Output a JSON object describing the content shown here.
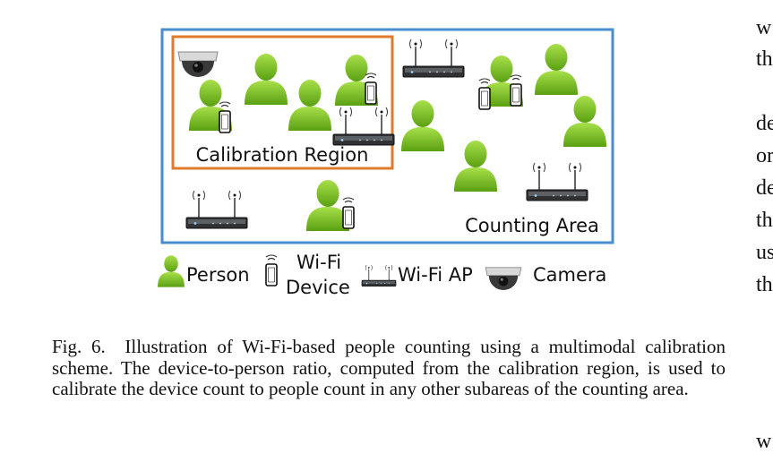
{
  "figure": {
    "calibration_label": "Calibration Region",
    "counting_label": "Counting Area",
    "legend": {
      "person": "Person",
      "wifi_device_line1": "Wi-Fi",
      "wifi_device_line2": "Device",
      "wifi_ap": "Wi-Fi AP",
      "camera": "Camera"
    },
    "colors": {
      "person_green": "#7dc41e",
      "counting_border": "#4a8ccc",
      "calibration_border": "#e07b2e"
    }
  },
  "caption": {
    "label": "Fig. 6.",
    "text": "Illustration of Wi-Fi-based people counting using a multimodal calibration scheme. The device-to-person ratio, computed from the calibration region, is used to calibrate the device count to people count in any other subareas of the counting area."
  },
  "side_text": [
    "w",
    "th",
    "de",
    "or",
    "de",
    "th",
    "us",
    "th",
    "w"
  ]
}
